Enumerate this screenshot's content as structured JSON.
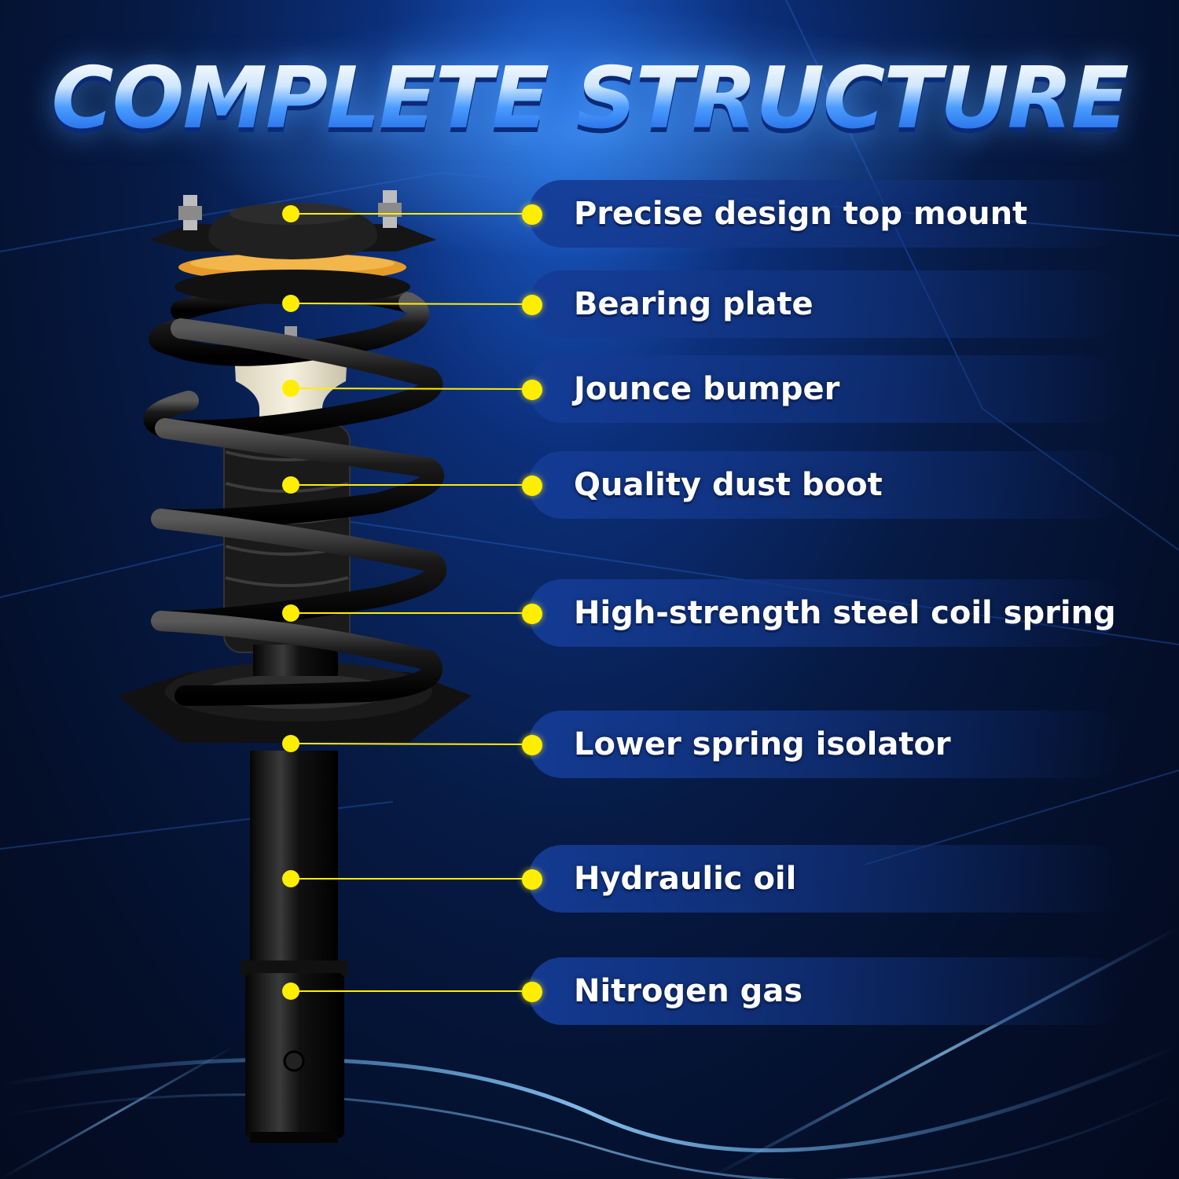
{
  "title": "COMPLETE STRUCTURE",
  "accent_color": "#ffee00",
  "labels": [
    {
      "text": "Precise design top mount"
    },
    {
      "text": "Bearing plate"
    },
    {
      "text": "Jounce bumper"
    },
    {
      "text": "Quality dust boot"
    },
    {
      "text": "High-strength steel coil spring"
    },
    {
      "text": "Lower spring isolator"
    },
    {
      "text": "Hydraulic oil"
    },
    {
      "text": "Nitrogen gas"
    }
  ]
}
